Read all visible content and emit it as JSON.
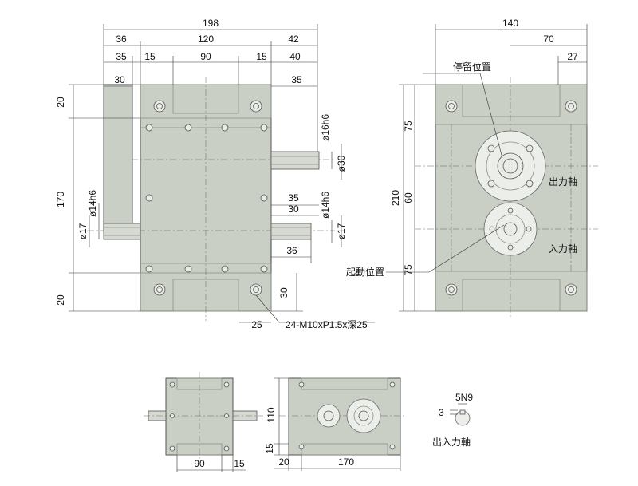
{
  "labels": {
    "stop_position": "停留位置",
    "start_position": "起動位置",
    "output_shaft": "出力軸",
    "input_shaft": "入力軸",
    "io_shaft": "出入力軸",
    "tapped_holes": "24-M10xP1.5x深25"
  },
  "dims": {
    "d198": "198",
    "d36": "36",
    "d120": "120",
    "d42": "42",
    "d35a": "35",
    "d15a": "15",
    "d90": "90",
    "d15b": "15",
    "d40": "40",
    "d30a": "30",
    "d35b": "35",
    "d20a": "20",
    "d170": "170",
    "d20b": "20",
    "phi16h6": "ø16h6",
    "phi30": "ø30",
    "d35c": "35",
    "d30b": "30",
    "phi14h6a": "ø14h6",
    "phi17a": "ø17",
    "d36b": "36",
    "phi14h6b": "ø14h6",
    "phi17b": "ø17",
    "d30c": "30",
    "d25": "25",
    "d140": "140",
    "d70": "70",
    "d27": "27",
    "d75a": "75",
    "d60": "60",
    "d75b": "75",
    "d210": "210",
    "d90b": "90",
    "d15c": "15",
    "d110": "110",
    "d15d": "15",
    "d20c": "20",
    "d170b": "170",
    "key5n9": "5N9",
    "d3": "3"
  },
  "colors": {
    "body": "#c9cfc4",
    "line": "#333333"
  }
}
